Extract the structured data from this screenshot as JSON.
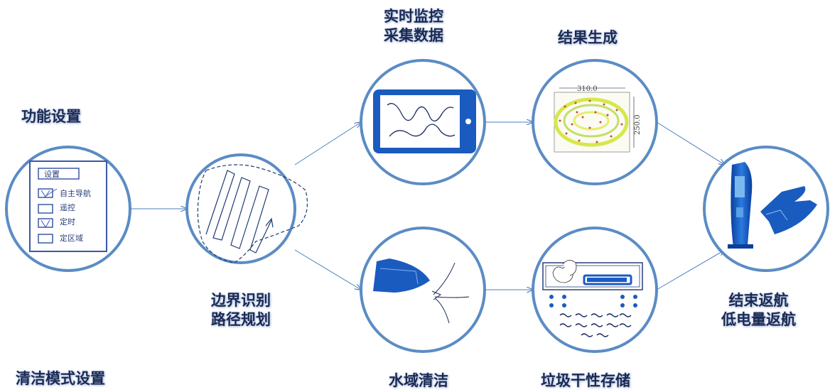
{
  "labels": {
    "function_settings": "功能设置",
    "cleaning_mode_settings": "清洁模式设置",
    "boundary_line1": "边界识别",
    "boundary_line2": "路径规划",
    "monitor_line1": "实时监控",
    "monitor_line2": "采集数据",
    "water_cleaning": "水域清洁",
    "result_generation": "结果生成",
    "garbage_storage": "垃圾干性存储",
    "return_line1": "结束返航",
    "return_line2": "低电量返航"
  },
  "settings_panel": {
    "title": "设置",
    "items": [
      "自主导航",
      "遥控",
      "定时",
      "定区域"
    ]
  },
  "result_map": {
    "width_label": "310.0",
    "height_label": "250.0"
  },
  "colors": {
    "circle_stroke": "#5b8cc4",
    "arrow": "#4a7fc0",
    "boat": "#1a5bbf",
    "text": "#1b2a52"
  }
}
